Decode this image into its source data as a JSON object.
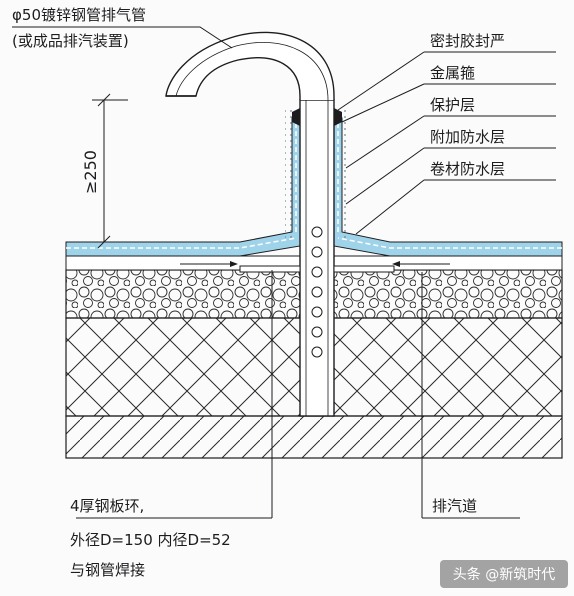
{
  "labels": {
    "pipe_title": "φ50镀锌钢管排气管",
    "pipe_subtitle": "(或成品排汽装置)",
    "dimension": "≥250",
    "sealant": "密封胶封严",
    "metal_hoop": "金属箍",
    "protective_layer": "保护层",
    "additional_waterproof": "附加防水层",
    "membrane_waterproof": "卷材防水层",
    "plate_line1": "4厚钢板环,",
    "plate_line2": "外径D=150  内径D=52",
    "plate_line3": "与钢管焊接",
    "vent_channel": "排汽道"
  },
  "watermark": "头条 @新筑时代",
  "colors": {
    "line": "#1d1d1f",
    "waterproof_blue": "#9fd3ea",
    "background": "#fbfbfc"
  }
}
